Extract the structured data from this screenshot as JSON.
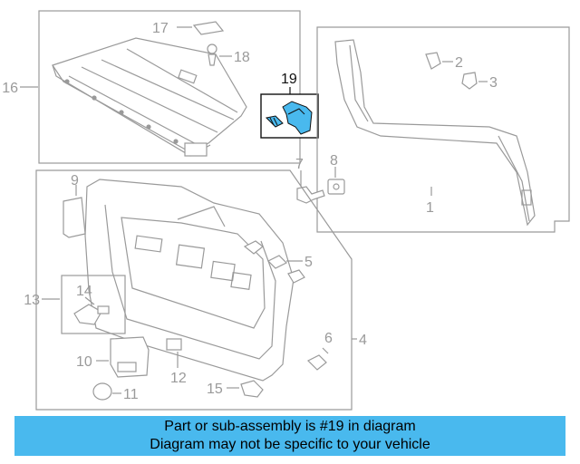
{
  "diagram": {
    "callouts": [
      {
        "id": "1",
        "label": "1"
      },
      {
        "id": "2",
        "label": "2"
      },
      {
        "id": "3",
        "label": "3"
      },
      {
        "id": "4",
        "label": "4"
      },
      {
        "id": "5",
        "label": "5"
      },
      {
        "id": "6",
        "label": "6"
      },
      {
        "id": "7",
        "label": "7"
      },
      {
        "id": "8",
        "label": "8"
      },
      {
        "id": "9",
        "label": "9"
      },
      {
        "id": "10",
        "label": "10"
      },
      {
        "id": "11",
        "label": "11"
      },
      {
        "id": "12",
        "label": "12"
      },
      {
        "id": "13",
        "label": "13"
      },
      {
        "id": "14",
        "label": "14"
      },
      {
        "id": "15",
        "label": "15"
      },
      {
        "id": "16",
        "label": "16"
      },
      {
        "id": "17",
        "label": "17"
      },
      {
        "id": "18",
        "label": "18"
      },
      {
        "id": "19",
        "label": "19",
        "highlighted": true
      }
    ],
    "highlight_color": "#49b9ee"
  },
  "banner": {
    "line1": "Part or sub-assembly is #19 in diagram",
    "line2": "Diagram may not be specific to your vehicle",
    "background": "#49b9ee"
  }
}
